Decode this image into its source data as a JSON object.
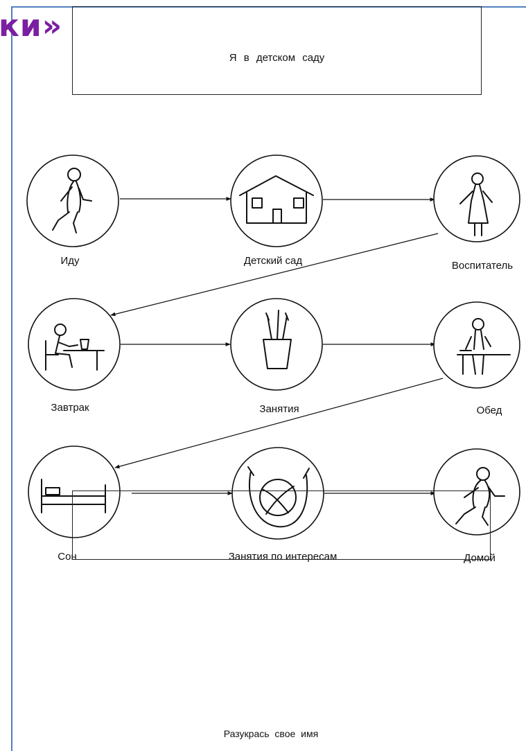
{
  "header": {
    "corner_title": "ки»"
  },
  "title_box": {
    "text": "Я в детском саду"
  },
  "steps": [
    {
      "label": "Иду",
      "icon": "walking-person-icon"
    },
    {
      "label": "Детский сад",
      "icon": "house-icon"
    },
    {
      "label": "Воспитатель",
      "icon": "teacher-icon"
    },
    {
      "label": "Завтрак",
      "icon": "breakfast-icon"
    },
    {
      "label": "Занятия",
      "icon": "brushes-cup-icon"
    },
    {
      "label": "Обед",
      "icon": "lunch-icon"
    },
    {
      "label": "Сон",
      "icon": "bed-icon"
    },
    {
      "label": "Занятия по интересам",
      "icon": "ball-jump-rope-icon"
    },
    {
      "label": "Домой",
      "icon": "going-home-icon"
    }
  ],
  "footer": {
    "caption": "Разукрась свое имя"
  },
  "colors": {
    "frame": "#4f81bd",
    "corner_title": "#7b1fa2",
    "ink": "#111111"
  }
}
